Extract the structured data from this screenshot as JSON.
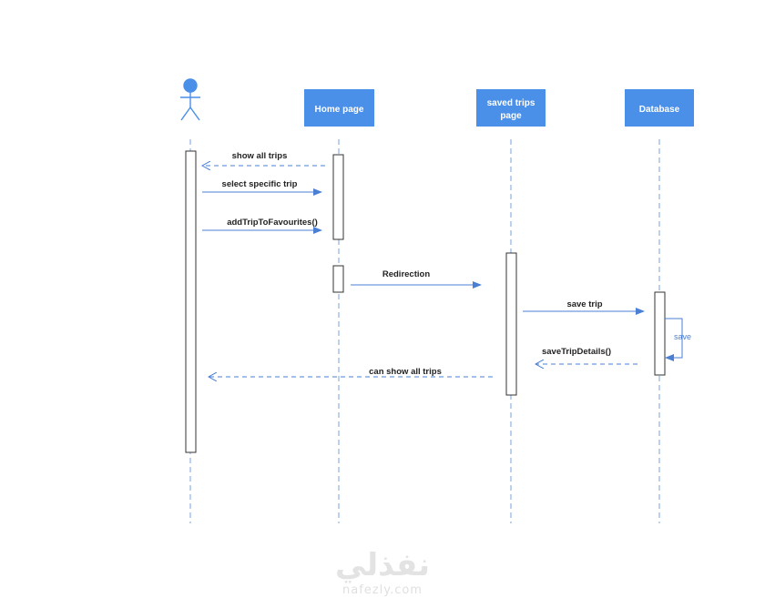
{
  "participants": [
    {
      "id": "actor",
      "type": "actor",
      "label": ""
    },
    {
      "id": "home",
      "type": "box",
      "label_lines": [
        "Home page"
      ]
    },
    {
      "id": "saved",
      "type": "box",
      "label_lines": [
        "saved trips",
        "page"
      ]
    },
    {
      "id": "db",
      "type": "box",
      "label_lines": [
        "Database"
      ]
    }
  ],
  "messages": [
    {
      "id": "m1",
      "label": "show all trips",
      "from": "home",
      "to": "actor",
      "style": "dashed"
    },
    {
      "id": "m2",
      "label": "select specific trip",
      "from": "actor",
      "to": "home",
      "style": "solid"
    },
    {
      "id": "m3",
      "label": "addTripToFavourites()",
      "from": "actor",
      "to": "home",
      "style": "solid"
    },
    {
      "id": "m4",
      "label": "Redirection",
      "from": "home",
      "to": "saved",
      "style": "solid"
    },
    {
      "id": "m5",
      "label": "save trip",
      "from": "saved",
      "to": "db",
      "style": "solid"
    },
    {
      "id": "m6",
      "label": "save",
      "from": "db",
      "to": "db",
      "style": "self"
    },
    {
      "id": "m7",
      "label": "saveTripDetails()",
      "from": "db",
      "to": "saved",
      "style": "dashed"
    },
    {
      "id": "m8",
      "label": "can show all trips",
      "from": "saved",
      "to": "actor",
      "style": "dashed"
    }
  ],
  "watermark": {
    "arabic": "نفذلي",
    "latin": "nafezly.com"
  },
  "colors": {
    "box": "#4a8fe8",
    "line": "#4a7fd4",
    "lifeline": "#7aa3dd",
    "activation": "#333333"
  }
}
